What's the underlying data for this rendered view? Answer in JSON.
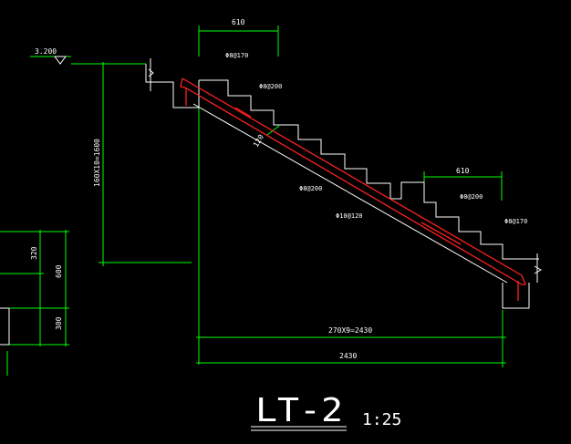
{
  "drawing": {
    "level_mark": "3.200",
    "dim_top_left": "610",
    "dim_top_right": "610",
    "rebar_top_1": "Φ8@170",
    "rebar_top_2": "Φ8@200",
    "rebar_mid_1": "Φ8@200",
    "rebar_mid_2": "Φ10@120",
    "rebar_right_1": "Φ8@200",
    "rebar_right_2": "Φ8@170",
    "slab_thickness": "120",
    "vertical_dim": "160X10=1600",
    "left_dim_1": "320",
    "left_dim_2": "600",
    "left_dim_3": "300",
    "bottom_dim_1": "270X9=2430",
    "bottom_dim_2": "2430",
    "title": "LT-2",
    "scale": "1:25"
  },
  "colors": {
    "background": "#000000",
    "geometry": "#ffffff",
    "dimension": "#00ff00",
    "rebar": "#ff2020"
  }
}
